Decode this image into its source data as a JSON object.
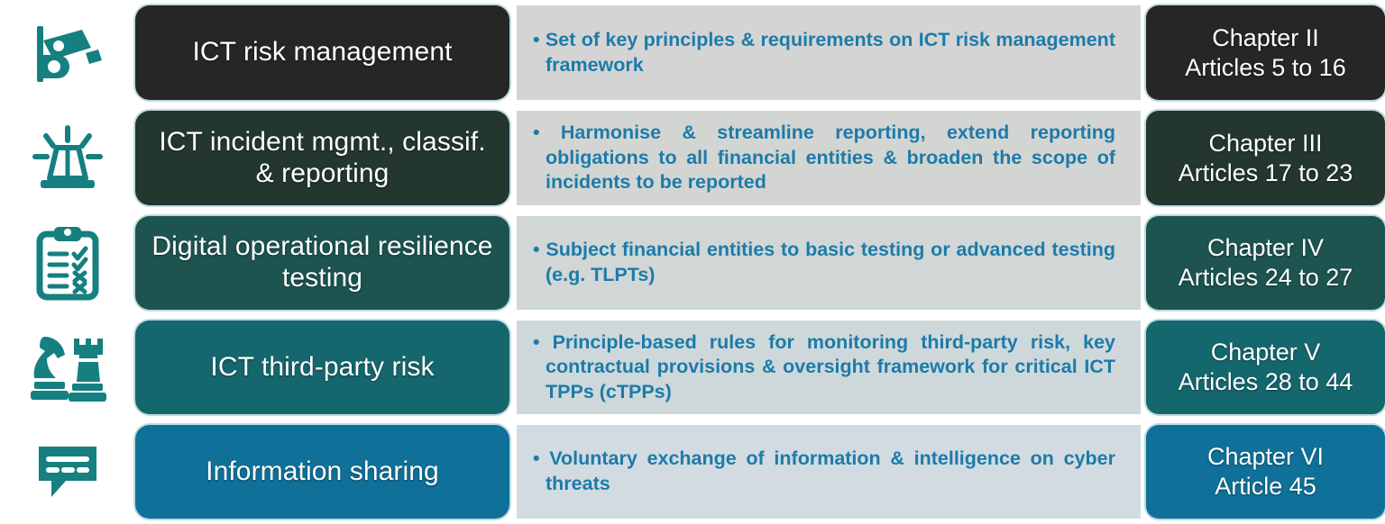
{
  "palette": {
    "pillar_1": "#262626",
    "pillar_2": "#23372f",
    "pillar_3": "#1d5450",
    "pillar_4": "#15676e",
    "pillar_5": "#0f7199",
    "desc_bg_1": "#d4d4d4",
    "desc_bg_2": "#d3d5d3",
    "desc_bg_3": "#d0d7d6",
    "desc_bg_4": "#ced8da",
    "desc_bg_5": "#d2dbe1",
    "desc_text": "#1c7ba9",
    "icon_teal": "#167f80",
    "page_bg": "#ffffff",
    "box_outline": "#a8ced4"
  },
  "rows": [
    {
      "icon": "cctv-camera-icon",
      "pillar": "ICT risk management",
      "description": "Set of key principles & requirements on ICT risk management framework",
      "description_lines": [
        "Set of key principles & requirements on ICT",
        "risk management framework"
      ],
      "chapter": "Chapter II",
      "articles": "Articles 5 to 16",
      "pillar_color": "#262626",
      "desc_bg": "#d4d4d4"
    },
    {
      "icon": "alarm-siren-icon",
      "pillar": "ICT incident mgmt., classif. & reporting",
      "pillar_lines": [
        "ICT incident mgmt.,",
        "classif. & reporting"
      ],
      "description": "Harmonise & streamline reporting, extend reporting obligations to all financial entities & broaden the scope of incidents to be reported",
      "description_lines": [
        "Harmonise & streamline reporting, extend",
        "reporting obligations to all financial entities &",
        "broaden the scope of incidents to be reported"
      ],
      "chapter": "Chapter III",
      "articles": "Articles 17 to 23",
      "pillar_color": "#23372f",
      "desc_bg": "#d3d5d3"
    },
    {
      "icon": "clipboard-checklist-icon",
      "pillar": "Digital operational resilience testing",
      "pillar_lines": [
        "Digital operational",
        "resilience testing"
      ],
      "description": "Subject financial entities to basic testing or advanced testing (e.g. TLPTs)",
      "description_lines": [
        "Subject financial entities to basic testing or",
        "advanced testing (e.g. TLPTs)"
      ],
      "chapter": "Chapter IV",
      "articles": "Articles 24 to 27",
      "pillar_color": "#1d5450",
      "desc_bg": "#d0d7d6"
    },
    {
      "icon": "chess-pieces-icon",
      "pillar": "ICT third-party risk",
      "description": "Principle-based rules for monitoring third-party risk, key contractual provisions & oversight framework for critical ICT TPPs (cTPPs)",
      "description_lines": [
        "Principle-based rules for monitoring third-party",
        "risk, key contractual provisions & oversight",
        "framework for critical ICT TPPs (cTPPs)"
      ],
      "chapter": "Chapter V",
      "articles": "Articles 28 to 44",
      "pillar_color": "#15676e",
      "desc_bg": "#ced8da"
    },
    {
      "icon": "speech-bubble-icon",
      "pillar": "Information sharing",
      "description": "Voluntary exchange of information & intelligence on cyber threats",
      "description_lines": [
        "Voluntary exchange of information &",
        "intelligence on cyber threats"
      ],
      "chapter": "Chapter VI",
      "articles": "Article 45",
      "pillar_color": "#0f7199",
      "desc_bg": "#d2dbe1"
    }
  ]
}
